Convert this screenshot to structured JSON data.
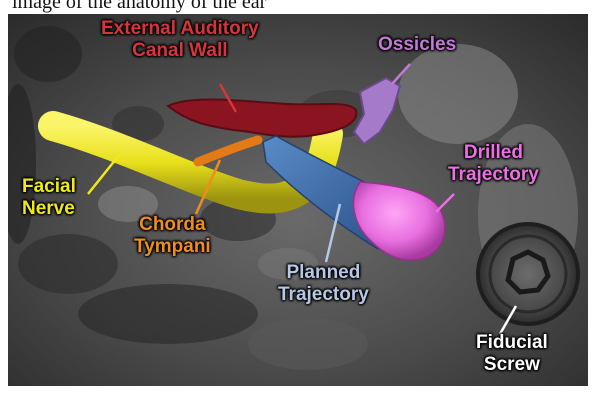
{
  "caption": {
    "text": "image of the anatomy of the ear"
  },
  "labels": {
    "canal_wall": {
      "lines": [
        "External Auditory",
        "Canal Wall"
      ],
      "color": "#d8343c"
    },
    "ossicles": {
      "lines": [
        "Ossicles"
      ],
      "color": "#c27ad6"
    },
    "drilled": {
      "lines": [
        "Drilled",
        "Trajectory"
      ],
      "color": "#ec6fe3"
    },
    "facial": {
      "lines": [
        "Facial",
        "Nerve"
      ],
      "color": "#f1ea1a"
    },
    "chorda": {
      "lines": [
        "Chorda",
        "Tympani"
      ],
      "color": "#ee8e1c"
    },
    "planned": {
      "lines": [
        "Planned",
        "Trajectory"
      ],
      "color": "#b7c7e6"
    },
    "fiducial": {
      "lines": [
        "Fiducial",
        "Screw"
      ],
      "color": "#ffffff"
    }
  },
  "colors": {
    "background": "#2b2b2b",
    "facial_nerve": "#e8e01a",
    "canal_wall": "#8a1420",
    "ossicles": "#a57ac8",
    "chorda_tympani": "#e47a16",
    "planned_trajectory": "#3a6aa6",
    "drilled_trajectory": "#e86ee0"
  }
}
